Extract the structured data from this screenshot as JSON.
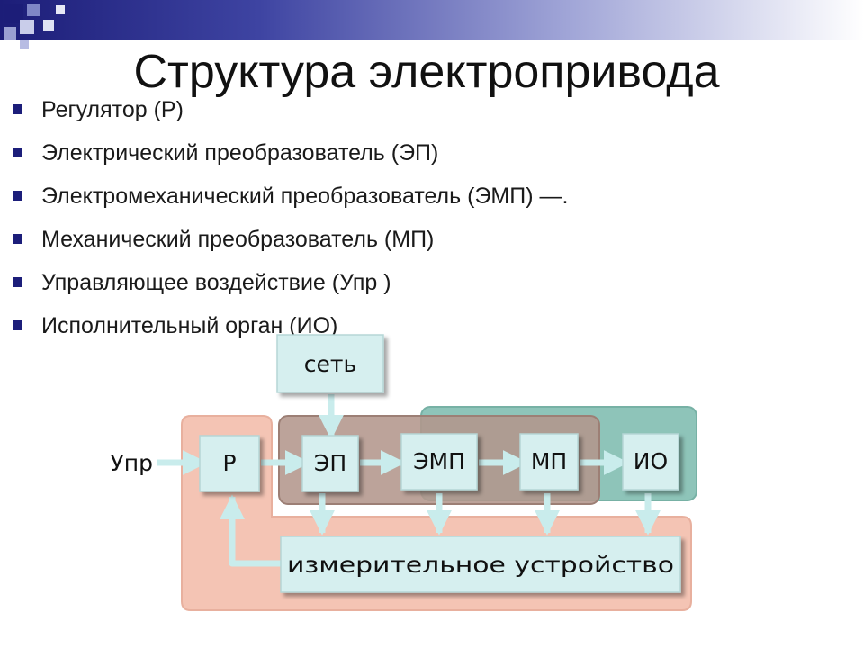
{
  "title": "Структура электропривода",
  "bullets": [
    "Регулятор (Р)",
    "Электрический преобразователь (ЭП)",
    "Электромеханический преобразователь (ЭМП) —.",
    "Механический преобразователь (МП)",
    "Управляющее воздействие (Упр )",
    "Исполнительный орган (ИО)"
  ],
  "diagram": {
    "input_label": "Упр",
    "blocks": {
      "network": "сеть",
      "regulator": "Р",
      "ep": "ЭП",
      "emp": "ЭМП",
      "mp": "МП",
      "io": "ИО",
      "measuring": "измерительное устройство"
    }
  },
  "colors": {
    "header_dark": "#1c1d78",
    "bullet_mark": "#1c1e7a",
    "block_fill": "#d6efef",
    "zone_red": "#f4c4b4",
    "zone_brown": "#b3968c",
    "zone_teal": "#8ec4b9"
  }
}
